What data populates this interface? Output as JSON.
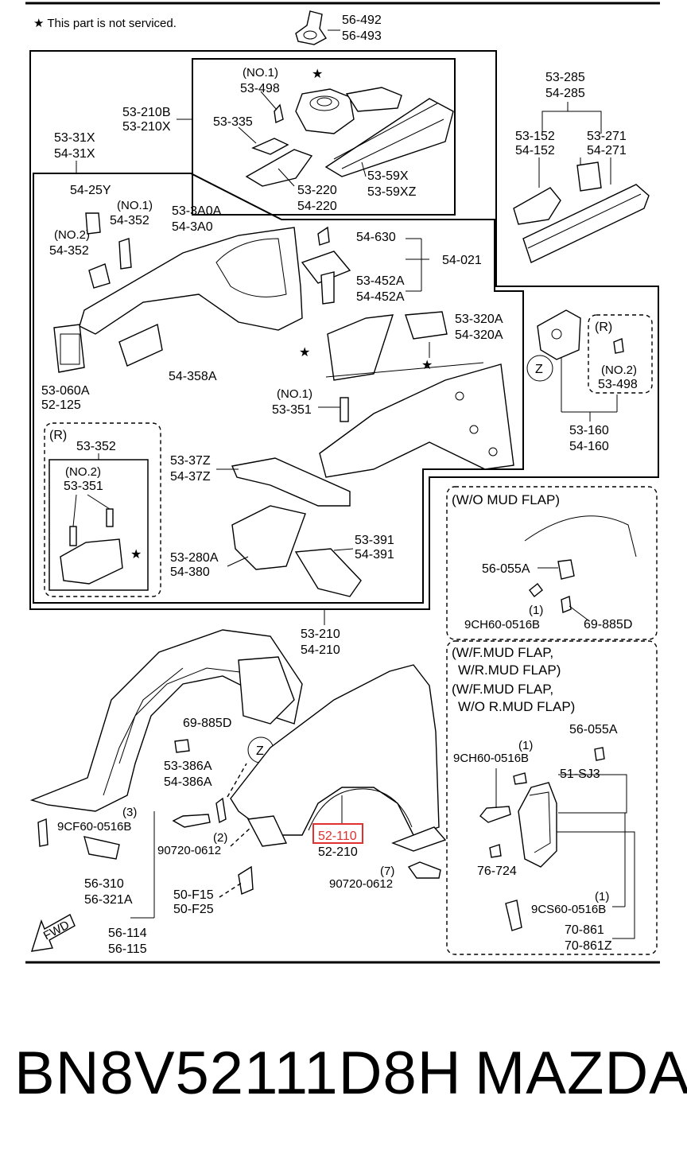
{
  "note": "★ This part is not serviced.",
  "labels": {
    "l56_492": "56-492",
    "l56_493": "56-493",
    "l53_210b": "53-210B",
    "l53_210x": "53-210X",
    "l53_31x": "53-31X",
    "l54_31x": "54-31X",
    "no1_a": "(NO.1)",
    "l53_498_a": "53-498",
    "l53_335": "53-335",
    "l53_220": "53-220",
    "l54_220": "54-220",
    "l53_59x": "53-59X",
    "l53_59xz": "53-59XZ",
    "l53_285": "53-285",
    "l54_285": "54-285",
    "l53_152": "53-152",
    "l54_152": "54-152",
    "l53_271": "53-271",
    "l54_271": "54-271",
    "l54_25y": "54-25Y",
    "no1_b": "(NO.1)",
    "l54_352_a": "54-352",
    "no2_a": "(NO.2)",
    "l54_352_b": "54-352",
    "l53_3a0a": "53-3A0A",
    "l54_3a0": "54-3A0",
    "l54_630": "54-630",
    "l54_021": "54-021",
    "l53_452a": "53-452A",
    "l54_452a": "54-452A",
    "l53_320a": "53-320A",
    "l54_320a": "54-320A",
    "l54_358a": "54-358A",
    "l53_060a": "53-060A",
    "l52_125": "52-125",
    "no1_c": "(NO.1)",
    "l53_351_a": "53-351",
    "r_a": "(R)",
    "l53_352": "53-352",
    "no2_b": "(NO.2)",
    "l53_351_b": "53-351",
    "l53_37z": "53-37Z",
    "l54_37z": "54-37Z",
    "l53_280a": "53-280A",
    "l54_380": "54-380",
    "l53_391": "53-391",
    "l54_391": "54-391",
    "r_b": "(R)",
    "no2_c": "(NO.2)",
    "l53_498_b": "53-498",
    "z_a": "Z",
    "l53_160": "53-160",
    "l54_160": "54-160",
    "wo_mud_flap": "(W/O MUD FLAP)",
    "l56_055a_a": "56-055A",
    "one_a": "(1)",
    "l9ch60_a": "9CH60-0516B",
    "l69_885d_a": "69-885D",
    "l53_210": "53-210",
    "l54_210": "54-210",
    "wf_mud_1": "(W/F.MUD FLAP,",
    "wr_mud_1": "W/R.MUD FLAP)",
    "wf_mud_2": "(W/F.MUD FLAP,",
    "wor_mud_2": "W/O R.MUD FLAP)",
    "l56_055a_b": "56-055A",
    "one_b": "(1)",
    "l9ch60_b": "9CH60-0516B",
    "l51_sj3": "51-SJ3",
    "l76_724": "76-724",
    "one_c": "(1)",
    "l9cs60": "9CS60-0516B",
    "l70_861": "70-861",
    "l70_861z": "70-861Z",
    "l69_885d_b": "69-885D",
    "z_b": "Z",
    "l53_386a": "53-386A",
    "l54_386a": "54-386A",
    "three": "(3)",
    "l9cf60": "9CF60-0516B",
    "two": "(2)",
    "l90720_a": "90720-0612",
    "l52_110": "52-110",
    "l52_210": "52-210",
    "seven": "(7)",
    "l90720_b": "90720-0612",
    "l56_310": "56-310",
    "l56_321a": "56-321A",
    "l50_f15": "50-F15",
    "l50_f25": "50-F25",
    "l56_114": "56-114",
    "l56_115": "56-115",
    "fwd": "FWD"
  },
  "footer": {
    "part_number": "BN8V52111D8H",
    "brand": "MAZDA"
  },
  "colors": {
    "highlight": "#e0302f"
  }
}
